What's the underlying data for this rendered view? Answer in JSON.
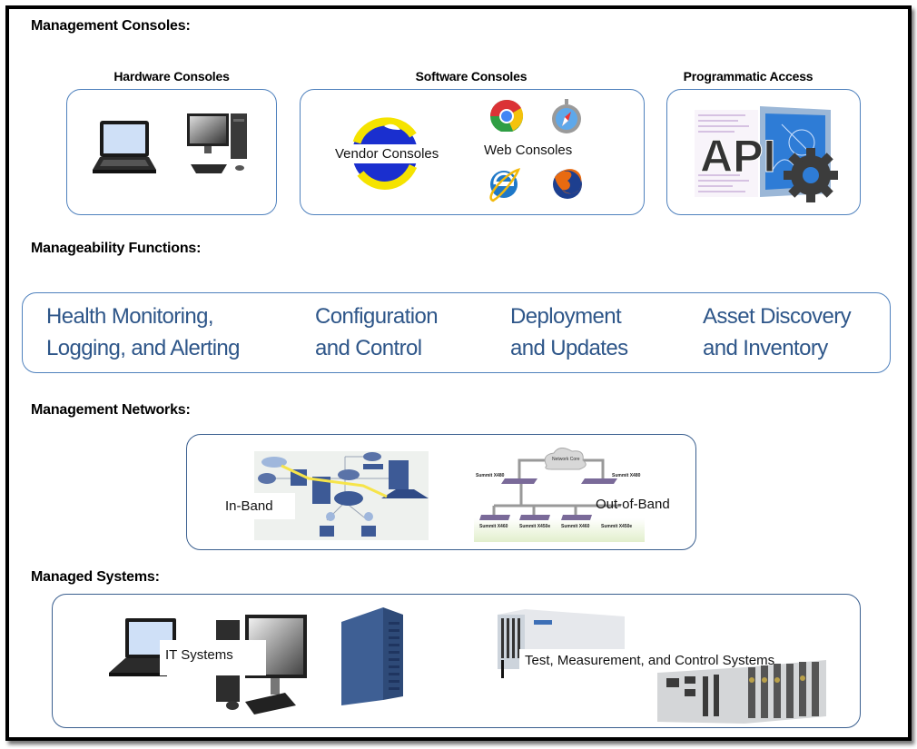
{
  "sections": {
    "consoles": {
      "title": "Management  Consoles:",
      "hardware": {
        "title": "Hardware Consoles",
        "icons": [
          "laptop-icon",
          "desktop-computer-icon"
        ]
      },
      "software": {
        "title": "Software Consoles",
        "vendor_label": "Vendor Consoles",
        "web_label": "Web Consoles",
        "icons": [
          "vendor-console-icon",
          "chrome-icon",
          "safari-icon",
          "internet-explorer-icon",
          "firefox-icon"
        ]
      },
      "programmatic": {
        "title": "Programmatic Access",
        "api_text": "API",
        "icons": [
          "api-gear-icon"
        ]
      }
    },
    "functions": {
      "title": "Manageability Functions:",
      "items": [
        {
          "line1": "Health Monitoring,",
          "line2": "Logging, and Alerting"
        },
        {
          "line1": "Configuration",
          "line2": "and Control"
        },
        {
          "line1": "Deployment",
          "line2": "and Updates"
        },
        {
          "line1": "Asset Discovery",
          "line2": "and Inventory"
        }
      ]
    },
    "networks": {
      "title": "Management Networks:",
      "in_band": {
        "label": "In-Band"
      },
      "out_of_band": {
        "label": "Out-of-Band",
        "core_label": "Network Core",
        "switches": [
          "Summit X480",
          "Summit X480",
          "Summit X460",
          "Summit X450e",
          "Summit X460",
          "Summit X450e"
        ]
      }
    },
    "systems": {
      "title": "Managed Systems:",
      "it_label": "IT Systems",
      "tmc_label": "Test, Measurement, and Control Systems"
    }
  },
  "colors": {
    "box_border": "#4f81bd",
    "function_text": "#2e5689",
    "frame": "#000000"
  }
}
